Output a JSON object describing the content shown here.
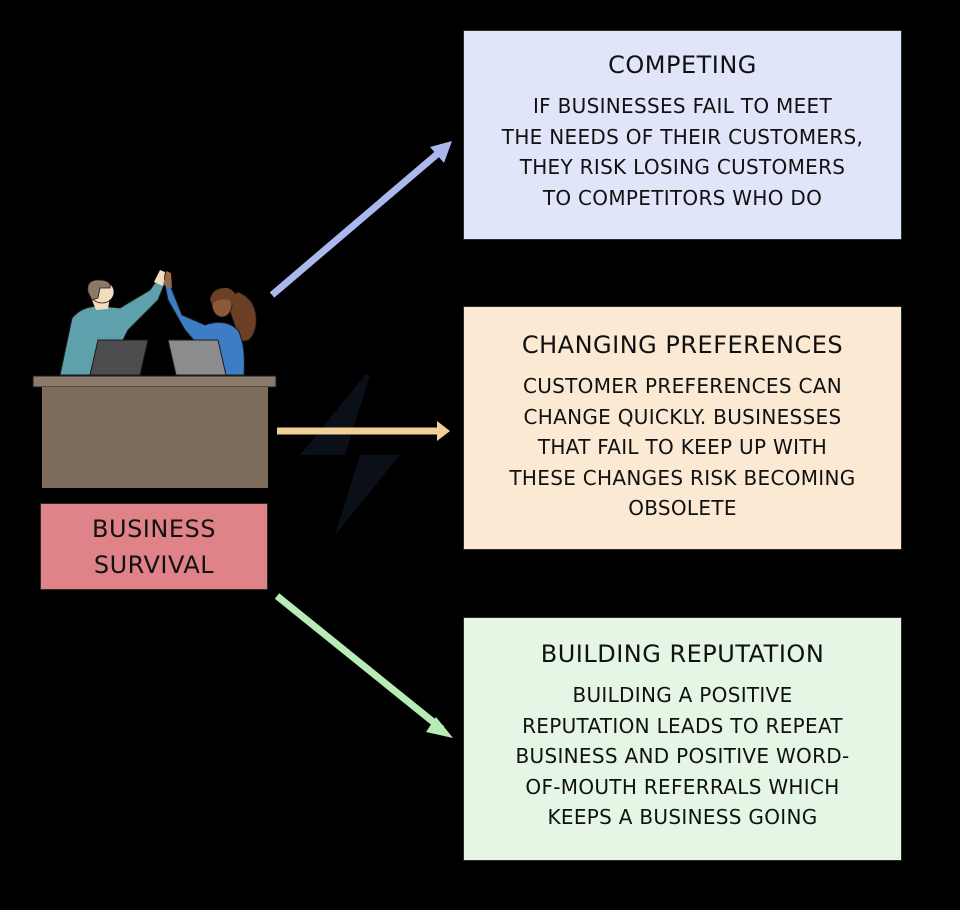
{
  "colors": {
    "background": "#000000",
    "competing": "#e0e5fa",
    "changing": "#fbe9d3",
    "reputation": "#e5f7e4",
    "survival": "#e08388",
    "arrow_competing": "#aab8ee",
    "arrow_changing": "#f3cf98",
    "arrow_reputation": "#b7ecb6",
    "desk": "#7d6c5c",
    "desk_top": "#8a7a6a"
  },
  "central": {
    "label_lines": [
      "BUSINESS",
      "SURVIVAL"
    ],
    "illustration": "two-people-high-five-at-desk"
  },
  "boxes": [
    {
      "id": "competing",
      "title": "COMPETING",
      "lines": [
        "IF BUSINESSES FAIL TO MEET",
        "THE NEEDS OF THEIR CUSTOMERS,",
        "THEY RISK LOSING CUSTOMERS",
        "TO COMPETITORS WHO DO"
      ]
    },
    {
      "id": "changing",
      "title": "CHANGING PREFERENCES",
      "lines": [
        "CUSTOMER PREFERENCES CAN",
        "CHANGE QUICKLY. BUSINESSES",
        "THAT FAIL TO KEEP UP WITH",
        "THESE CHANGES RISK BECOMING",
        "OBSOLETE"
      ]
    },
    {
      "id": "reputation",
      "title": "BUILDING REPUTATION",
      "lines": [
        "BUILDING A POSITIVE",
        "REPUTATION LEADS TO REPEAT",
        "BUSINESS AND POSITIVE WORD-",
        "OF-MOUTH REFERRALS WHICH",
        "KEEPS A BUSINESS GOING"
      ]
    }
  ]
}
